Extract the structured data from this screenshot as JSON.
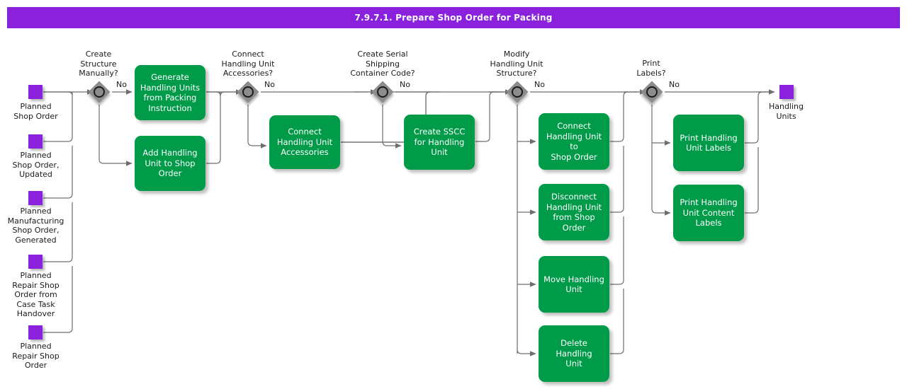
{
  "diagram": {
    "title": "7.9.7.1. Prepare Shop Order for Packing",
    "type": "process-flowchart",
    "colors": {
      "accent": "#8A22DD",
      "task": "#009B48",
      "data_object": "#8A22DD",
      "decision": "#8C8C8C",
      "connector": "#6E6E6E",
      "title_text": "#FFFFFF",
      "task_text": "#FFFFFF",
      "label_text": "#1A1A1A"
    },
    "inputs": [
      {
        "id": "in1",
        "label": "Planned\nShop Order"
      },
      {
        "id": "in2",
        "label": "Planned\nShop Order,\nUpdated"
      },
      {
        "id": "in3",
        "label": "Planned\nManufacturing\nShop Order,\nGenerated"
      },
      {
        "id": "in4",
        "label": "Planned\nRepair Shop\nOrder from\nCase Task\nHandover"
      },
      {
        "id": "in5",
        "label": "Planned\nRepair Shop\nOrder"
      }
    ],
    "outputs": [
      {
        "id": "out1",
        "label": "Handling\nUnits"
      }
    ],
    "decisions": [
      {
        "id": "d1",
        "label": "Create\nStructure\nManually?",
        "no_label": "No"
      },
      {
        "id": "d2",
        "label": "Connect\nHandling Unit\nAccessories?",
        "no_label": "No"
      },
      {
        "id": "d3",
        "label": "Create Serial\nShipping\nContainer Code?",
        "no_label": "No"
      },
      {
        "id": "d4",
        "label": "Modify\nHandling Unit\nStructure?",
        "no_label": "No"
      },
      {
        "id": "d5",
        "label": "Print\nLabels?",
        "no_label": "No"
      }
    ],
    "tasks": [
      {
        "id": "t1",
        "label": "Generate\nHandling Units\nfrom Packing\nInstruction"
      },
      {
        "id": "t2",
        "label": "Add Handling\nUnit to Shop\nOrder"
      },
      {
        "id": "t3",
        "label": "Connect\nHandling Unit\nAccessories"
      },
      {
        "id": "t4",
        "label": "Create SSCC\nfor Handling Unit"
      },
      {
        "id": "t5",
        "label": "Connect\nHandling Unit to\nShop Order"
      },
      {
        "id": "t6",
        "label": "Disconnect\nHandling Unit\nfrom Shop\nOrder"
      },
      {
        "id": "t7",
        "label": "Move Handling\nUnit"
      },
      {
        "id": "t8",
        "label": "Delete Handling\nUnit"
      },
      {
        "id": "t9",
        "label": "Print Handling\nUnit Labels"
      },
      {
        "id": "t10",
        "label": "Print Handling\nUnit Content\nLabels"
      }
    ]
  }
}
